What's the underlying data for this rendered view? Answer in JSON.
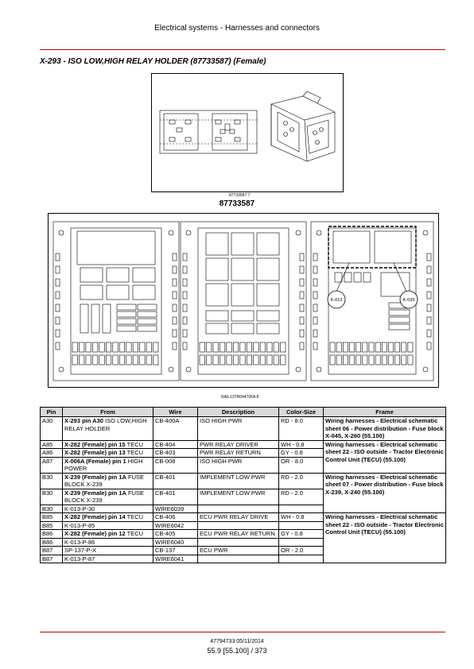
{
  "header": {
    "title": "Electrical systems - Harnesses and connectors"
  },
  "section": {
    "title": "X-293 - ISO LOW,HIGH RELAY HOLDER (87733587) (Female)"
  },
  "figure1": {
    "small_caption": "87733587     7",
    "big_caption": "87733587"
  },
  "figure2": {
    "small_caption": "RAIL13TR04470FA     8",
    "labels": [
      "K-013",
      "K-039"
    ]
  },
  "table": {
    "headers": [
      "Pin",
      "From",
      "Wire",
      "Description",
      "Color-Size",
      "Frame"
    ],
    "rows": [
      {
        "pin": "A30",
        "from_bold": "X-293 pin A30",
        "from_rest": " ISO LOW,HIGH RELAY HOLDER",
        "wire": "CB-400A",
        "desc": "ISO HIGH PWR",
        "color": "RD - 8.0"
      },
      {
        "pin": "A85",
        "from_bold": "X-282 (Female) pin 15",
        "from_rest": " TECU",
        "wire": "CB-404",
        "desc": "PWR RELAY DRIVER",
        "color": "WH - 0.8"
      },
      {
        "pin": "A86",
        "from_bold": "X-282 (Female) pin 13",
        "from_rest": " TECU",
        "wire": "CB-403",
        "desc": "PWR RELAY RETURN",
        "color": "GY - 0.8"
      },
      {
        "pin": "A87",
        "from_bold": "X-006A (Female) pin 1",
        "from_rest": " HIGH POWER",
        "wire": "CB-008",
        "desc": "ISO HIGH PWR",
        "color": "OR - 8.0"
      },
      {
        "pin": "B30",
        "from_bold": "X-239 (Female) pin 1A",
        "from_rest": " FUSE BLOCK X-239",
        "wire": "CB-401",
        "desc": "IMPLEMENT LOW PWR",
        "color": "RD - 2.0"
      },
      {
        "pin": "B30",
        "from_bold": "X-239 (Female) pin 1A",
        "from_rest": " FUSE BLOCK X-239",
        "wire": "CB-401",
        "desc": "IMPLEMENT LOW PWR",
        "color": "RD - 2.0"
      },
      {
        "pin": "B30",
        "from_bold": "",
        "from_rest": "K-013-P-30",
        "wire": "WIRE6039",
        "desc": "",
        "color": ""
      },
      {
        "pin": "B85",
        "from_bold": "X-282 (Female) pin 14",
        "from_rest": " TECU",
        "wire": "CB-406",
        "desc": "ECU PWR RELAY DRIVE",
        "color": "WH - 0.8"
      },
      {
        "pin": "B85",
        "from_bold": "",
        "from_rest": "K-013-P-85",
        "wire": "WIRE6042",
        "desc": "",
        "color": ""
      },
      {
        "pin": "B86",
        "from_bold": "X-282 (Female) pin 12",
        "from_rest": " TECU",
        "wire": "CB-405",
        "desc": "ECU PWR RELAY RETURN",
        "color": "GY - 0.8"
      },
      {
        "pin": "B86",
        "from_bold": "",
        "from_rest": "K-013-P-86",
        "wire": "WIRE6040",
        "desc": "",
        "color": ""
      },
      {
        "pin": "B87",
        "from_bold": "",
        "from_rest": "SP-137-P-X",
        "wire": "CB-137",
        "desc": "ECU PWR",
        "color": "OR - 2.0"
      },
      {
        "pin": "B87",
        "from_bold": "",
        "from_rest": "K-013-P-87",
        "wire": "WIRE6041",
        "desc": "",
        "color": ""
      }
    ],
    "frames": [
      "Wiring harnesses - Electrical schematic sheet 06 - Power distribution - Fuse block X-045, X-260 (55.100)",
      "Wiring harnesses - Electrical schematic sheet 22 - ISO outside - Tractor Electronic Control Unit (TECU) (55.100)",
      "Wiring harnesses - Electrical schematic sheet 07 - Power distribution - Fuse block X-239, X-240 (55.100)",
      "Wiring harnesses - Electrical schematic sheet 22 - ISO outside - Tractor Electronic Control Unit (TECU) (55.100)"
    ]
  },
  "footer": {
    "doc": "47794733 05/11/2014",
    "page": "55.9 [55.100] / 373"
  },
  "colors": {
    "rule": "#c00000",
    "header_fill": "#d9d9d9",
    "highlight": "#000000"
  }
}
